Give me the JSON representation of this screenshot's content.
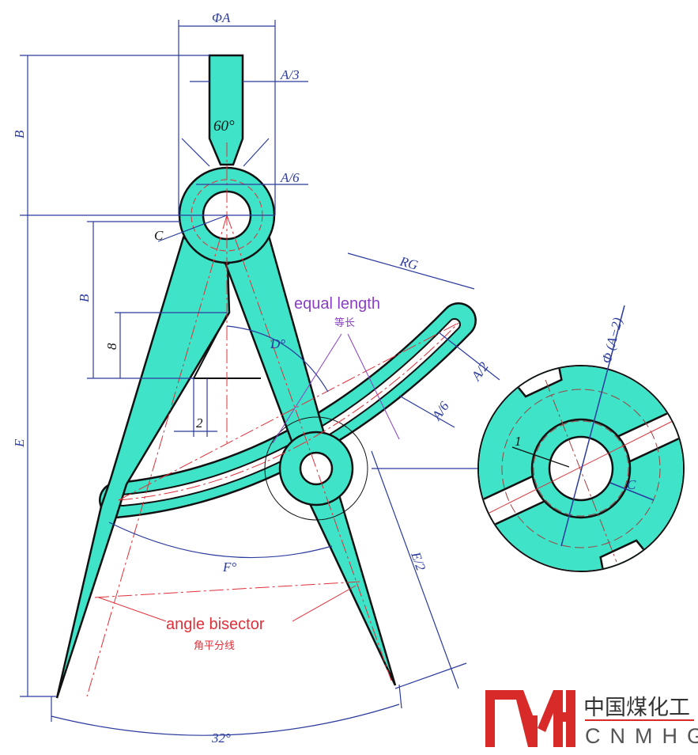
{
  "colors": {
    "fill": "#3ee3c8",
    "outline": "#111111",
    "dimension": "#2b3b9e",
    "centerline": "#e0303a",
    "equal_length": "#8a3fc4",
    "angle_bisector": "#e0303a",
    "logo_red": "#d92a2a"
  },
  "dimensions": {
    "phi_a": "ΦA",
    "a_over_3": "A/3",
    "angle_60": "60°",
    "a_over_6_top": "A/6",
    "b_top": "B",
    "c_ring": "C",
    "b_mid": "B",
    "eight": "8",
    "two": "2",
    "d_angle": "D°",
    "e_total": "E",
    "rg": "RG",
    "a_over_2": "A/2",
    "a_over_6_arc": "A/6",
    "phi_a_minus_2": "Φ (A−2)",
    "one": "1",
    "c_detail": "C",
    "e_over_2": "E/2",
    "f_angle": "F°",
    "angle_32": "32°"
  },
  "annotations": {
    "equal_length": "equal length",
    "equal_length_cn": "等长",
    "angle_bisector": "angle bisector",
    "angle_bisector_cn": "角平分线"
  },
  "logo": {
    "mark": "MH",
    "name_cn": "中国煤化工",
    "name_en": "CNMHG"
  }
}
